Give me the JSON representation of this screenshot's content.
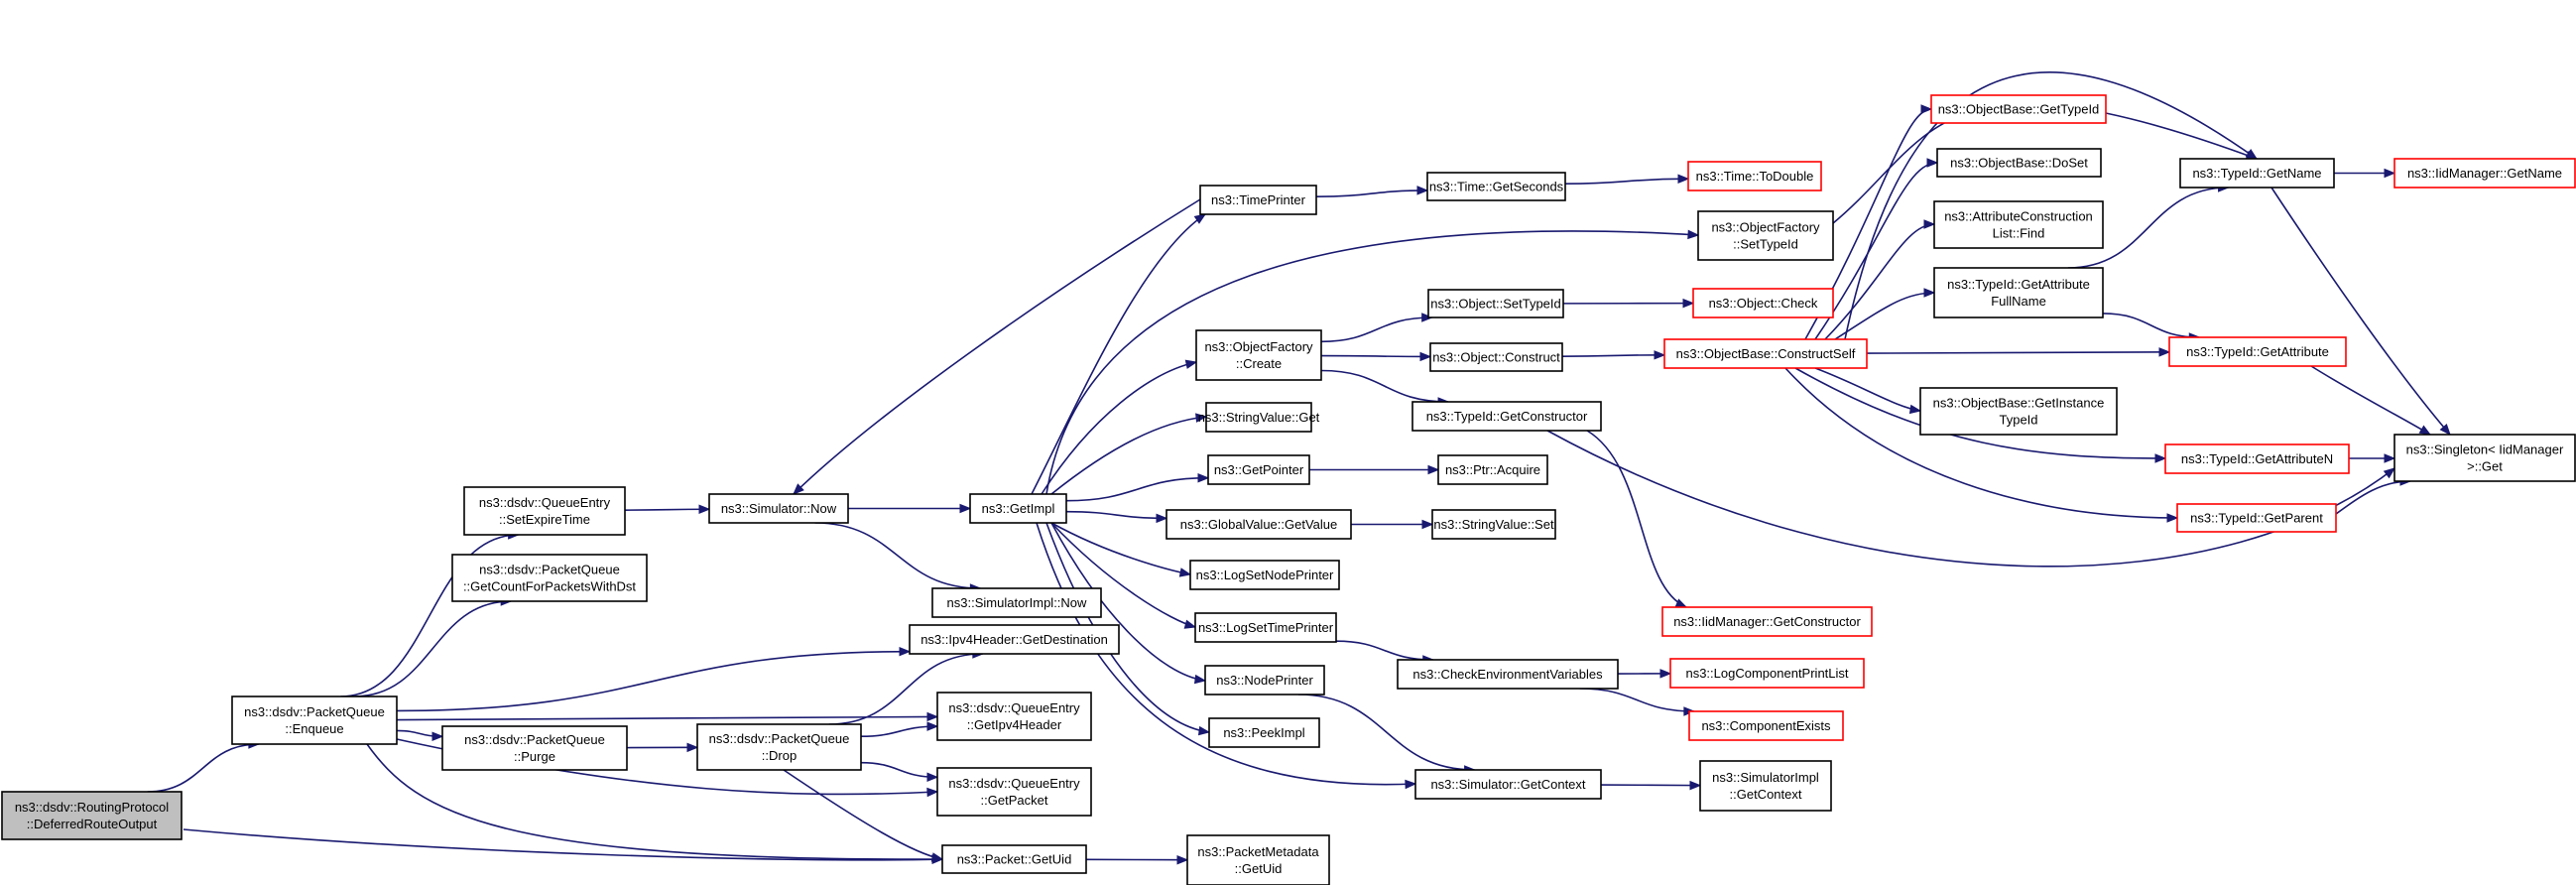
{
  "nodes": [
    {
      "id": "root",
      "lines": [
        "ns3::dsdv::RoutingProtocol",
        "::DeferredRouteOutput"
      ],
      "style": "root"
    },
    {
      "id": "enqueue",
      "lines": [
        "ns3::dsdv::PacketQueue",
        "::Enqueue"
      ],
      "style": "normal"
    },
    {
      "id": "setexpire",
      "lines": [
        "ns3::dsdv::QueueEntry",
        "::SetExpireTime"
      ],
      "style": "normal"
    },
    {
      "id": "getcount",
      "lines": [
        "ns3::dsdv::PacketQueue",
        "::GetCountForPacketsWithDst"
      ],
      "style": "normal"
    },
    {
      "id": "purge",
      "lines": [
        "ns3::dsdv::PacketQueue",
        "::Purge"
      ],
      "style": "normal"
    },
    {
      "id": "drop",
      "lines": [
        "ns3::dsdv::PacketQueue",
        "::Drop"
      ],
      "style": "normal"
    },
    {
      "id": "simnow",
      "lines": [
        "ns3::Simulator::Now"
      ],
      "style": "normal"
    },
    {
      "id": "ipv4dest",
      "lines": [
        "ns3::Ipv4Header::GetDestination"
      ],
      "style": "normal"
    },
    {
      "id": "getipv4hdr",
      "lines": [
        "ns3::dsdv::QueueEntry",
        "::GetIpv4Header"
      ],
      "style": "normal"
    },
    {
      "id": "getpacket",
      "lines": [
        "ns3::dsdv::QueueEntry",
        "::GetPacket"
      ],
      "style": "normal"
    },
    {
      "id": "getuid",
      "lines": [
        "ns3::Packet::GetUid"
      ],
      "style": "normal"
    },
    {
      "id": "getimpl",
      "lines": [
        "ns3::GetImpl"
      ],
      "style": "normal"
    },
    {
      "id": "simimplnow",
      "lines": [
        "ns3::SimulatorImpl::Now"
      ],
      "style": "normal"
    },
    {
      "id": "timeprinter",
      "lines": [
        "ns3::TimePrinter"
      ],
      "style": "normal"
    },
    {
      "id": "objfactcreate",
      "lines": [
        "ns3::ObjectFactory",
        "::Create"
      ],
      "style": "normal"
    },
    {
      "id": "stringvalueget",
      "lines": [
        "ns3::StringValue::Get"
      ],
      "style": "normal"
    },
    {
      "id": "getpointer",
      "lines": [
        "ns3::GetPointer"
      ],
      "style": "normal"
    },
    {
      "id": "globalvalueget",
      "lines": [
        "ns3::GlobalValue::GetValue"
      ],
      "style": "normal"
    },
    {
      "id": "logsetnode",
      "lines": [
        "ns3::LogSetNodePrinter"
      ],
      "style": "normal"
    },
    {
      "id": "logsettime",
      "lines": [
        "ns3::LogSetTimePrinter"
      ],
      "style": "normal"
    },
    {
      "id": "nodeprinter",
      "lines": [
        "ns3::NodePrinter"
      ],
      "style": "normal"
    },
    {
      "id": "peekimpl",
      "lines": [
        "ns3::PeekImpl"
      ],
      "style": "normal"
    },
    {
      "id": "pktmetauid",
      "lines": [
        "ns3::PacketMetadata",
        "::GetUid"
      ],
      "style": "normal"
    },
    {
      "id": "timegetsec",
      "lines": [
        "ns3::Time::GetSeconds"
      ],
      "style": "normal"
    },
    {
      "id": "objsettypeid",
      "lines": [
        "ns3::Object::SetTypeId"
      ],
      "style": "normal"
    },
    {
      "id": "objconstruct",
      "lines": [
        "ns3::Object::Construct"
      ],
      "style": "normal"
    },
    {
      "id": "typeidgetctor",
      "lines": [
        "ns3::TypeId::GetConstructor"
      ],
      "style": "normal"
    },
    {
      "id": "ptracquire",
      "lines": [
        "ns3::Ptr::Acquire"
      ],
      "style": "normal"
    },
    {
      "id": "stringvalueset",
      "lines": [
        "ns3::StringValue::Set"
      ],
      "style": "normal"
    },
    {
      "id": "checkenv",
      "lines": [
        "ns3::CheckEnvironmentVariables"
      ],
      "style": "normal"
    },
    {
      "id": "simgetctx",
      "lines": [
        "ns3::Simulator::GetContext"
      ],
      "style": "normal"
    },
    {
      "id": "timetodouble",
      "lines": [
        "ns3::Time::ToDouble"
      ],
      "style": "truncated"
    },
    {
      "id": "objfactsettypeid",
      "lines": [
        "ns3::ObjectFactory",
        "::SetTypeId"
      ],
      "style": "normal"
    },
    {
      "id": "objcheck",
      "lines": [
        "ns3::Object::Check"
      ],
      "style": "truncated"
    },
    {
      "id": "objbaseconstruct",
      "lines": [
        "ns3::ObjectBase::ConstructSelf"
      ],
      "style": "truncated"
    },
    {
      "id": "iidgetctor",
      "lines": [
        "ns3::IidManager::GetConstructor"
      ],
      "style": "truncated"
    },
    {
      "id": "logcompprint",
      "lines": [
        "ns3::LogComponentPrintList"
      ],
      "style": "truncated"
    },
    {
      "id": "compexists",
      "lines": [
        "ns3::ComponentExists"
      ],
      "style": "truncated"
    },
    {
      "id": "simimplgetctx",
      "lines": [
        "ns3::SimulatorImpl",
        "::GetContext"
      ],
      "style": "normal"
    },
    {
      "id": "objbasegettypeid",
      "lines": [
        "ns3::ObjectBase::GetTypeId"
      ],
      "style": "truncated"
    },
    {
      "id": "objbasedoset",
      "lines": [
        "ns3::ObjectBase::DoSet"
      ],
      "style": "normal"
    },
    {
      "id": "attrconstrfind",
      "lines": [
        "ns3::AttributeConstruction",
        "List::Find"
      ],
      "style": "normal"
    },
    {
      "id": "typeidgetattrfull",
      "lines": [
        "ns3::TypeId::GetAttribute",
        "FullName"
      ],
      "style": "normal"
    },
    {
      "id": "objbasegetinsttype",
      "lines": [
        "ns3::ObjectBase::GetInstance",
        "TypeId"
      ],
      "style": "normal"
    },
    {
      "id": "typeidgetname",
      "lines": [
        "ns3::TypeId::GetName"
      ],
      "style": "normal"
    },
    {
      "id": "typeidgetattr",
      "lines": [
        "ns3::TypeId::GetAttribute"
      ],
      "style": "truncated"
    },
    {
      "id": "typeidgetattrn",
      "lines": [
        "ns3::TypeId::GetAttributeN"
      ],
      "style": "truncated"
    },
    {
      "id": "typeidgetparent",
      "lines": [
        "ns3::TypeId::GetParent"
      ],
      "style": "truncated"
    },
    {
      "id": "iidgetname",
      "lines": [
        "ns3::IidManager::GetName"
      ],
      "style": "truncated"
    },
    {
      "id": "singletonget",
      "lines": [
        "ns3::Singleton< IidManager",
        " >::Get"
      ],
      "style": "normal"
    }
  ],
  "edges": [
    [
      "root",
      "enqueue"
    ],
    [
      "root",
      "getuid"
    ],
    [
      "enqueue",
      "setexpire"
    ],
    [
      "enqueue",
      "getcount"
    ],
    [
      "enqueue",
      "purge"
    ],
    [
      "enqueue",
      "ipv4dest"
    ],
    [
      "enqueue",
      "getipv4hdr"
    ],
    [
      "enqueue",
      "getpacket"
    ],
    [
      "enqueue",
      "getuid"
    ],
    [
      "setexpire",
      "simnow"
    ],
    [
      "purge",
      "drop"
    ],
    [
      "drop",
      "ipv4dest"
    ],
    [
      "drop",
      "getipv4hdr"
    ],
    [
      "drop",
      "getpacket"
    ],
    [
      "drop",
      "getuid"
    ],
    [
      "simnow",
      "getimpl"
    ],
    [
      "simnow",
      "simimplnow"
    ],
    [
      "getuid",
      "pktmetauid"
    ],
    [
      "getimpl",
      "timeprinter"
    ],
    [
      "getimpl",
      "objfactsettypeid"
    ],
    [
      "getimpl",
      "objfactcreate"
    ],
    [
      "getimpl",
      "stringvalueget"
    ],
    [
      "getimpl",
      "getpointer"
    ],
    [
      "getimpl",
      "globalvalueget"
    ],
    [
      "getimpl",
      "logsetnode"
    ],
    [
      "getimpl",
      "logsettime"
    ],
    [
      "getimpl",
      "nodeprinter"
    ],
    [
      "getimpl",
      "peekimpl"
    ],
    [
      "getimpl",
      "simgetctx"
    ],
    [
      "timeprinter",
      "simnow"
    ],
    [
      "timeprinter",
      "timegetsec"
    ],
    [
      "timegetsec",
      "timetodouble"
    ],
    [
      "objfactcreate",
      "objsettypeid"
    ],
    [
      "objfactcreate",
      "objconstruct"
    ],
    [
      "objfactcreate",
      "typeidgetctor"
    ],
    [
      "getpointer",
      "ptracquire"
    ],
    [
      "globalvalueget",
      "stringvalueset"
    ],
    [
      "logsettime",
      "checkenv"
    ],
    [
      "nodeprinter",
      "simgetctx"
    ],
    [
      "objsettypeid",
      "objcheck"
    ],
    [
      "objconstruct",
      "objbaseconstruct"
    ],
    [
      "typeidgetctor",
      "iidgetctor"
    ],
    [
      "typeidgetctor",
      "singletonget"
    ],
    [
      "checkenv",
      "logcompprint"
    ],
    [
      "checkenv",
      "compexists"
    ],
    [
      "simgetctx",
      "simimplgetctx"
    ],
    [
      "objfactsettypeid",
      "typeidgetname"
    ],
    [
      "objbaseconstruct",
      "objbasegettypeid"
    ],
    [
      "objbaseconstruct",
      "objbasedoset"
    ],
    [
      "objbaseconstruct",
      "attrconstrfind"
    ],
    [
      "objbaseconstruct",
      "typeidgetattrfull"
    ],
    [
      "objbaseconstruct",
      "typeidgetname"
    ],
    [
      "objbaseconstruct",
      "typeidgetattr"
    ],
    [
      "objbaseconstruct",
      "objbasegetinsttype"
    ],
    [
      "objbaseconstruct",
      "typeidgetattrn"
    ],
    [
      "objbaseconstruct",
      "typeidgetparent"
    ],
    [
      "typeidgetattrfull",
      "typeidgetname"
    ],
    [
      "typeidgetattrfull",
      "typeidgetattr"
    ],
    [
      "typeidgetname",
      "iidgetname"
    ],
    [
      "typeidgetname",
      "singletonget"
    ],
    [
      "typeidgetattr",
      "singletonget"
    ],
    [
      "typeidgetattrn",
      "singletonget"
    ],
    [
      "typeidgetparent",
      "singletonget"
    ]
  ]
}
